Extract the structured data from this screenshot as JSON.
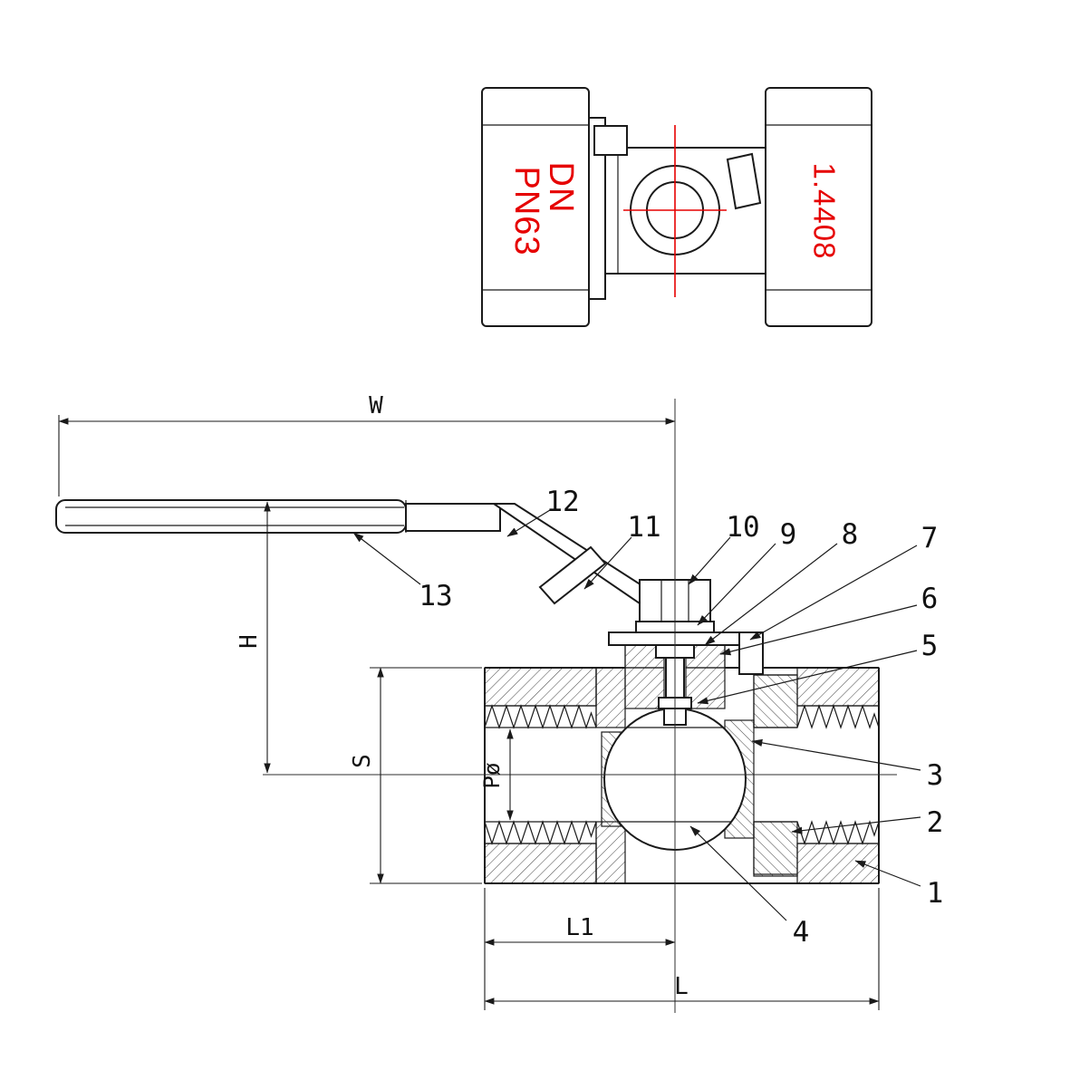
{
  "colors": {
    "line": "#1a1a1a",
    "red": "#e60000",
    "background": "#ffffff"
  },
  "top_view": {
    "marking_dn": "DN",
    "marking_pn": "PN63",
    "marking_material": "1.4408"
  },
  "dimensions": {
    "w": "W",
    "h": "H",
    "s": "S",
    "p": "Pø",
    "l1": "L1",
    "l": "L"
  },
  "callouts": {
    "c1": "1",
    "c2": "2",
    "c3": "3",
    "c4": "4",
    "c5": "5",
    "c6": "6",
    "c7": "7",
    "c8": "8",
    "c9": "9",
    "c10": "10",
    "c11": "11",
    "c12": "12",
    "c13": "13"
  }
}
